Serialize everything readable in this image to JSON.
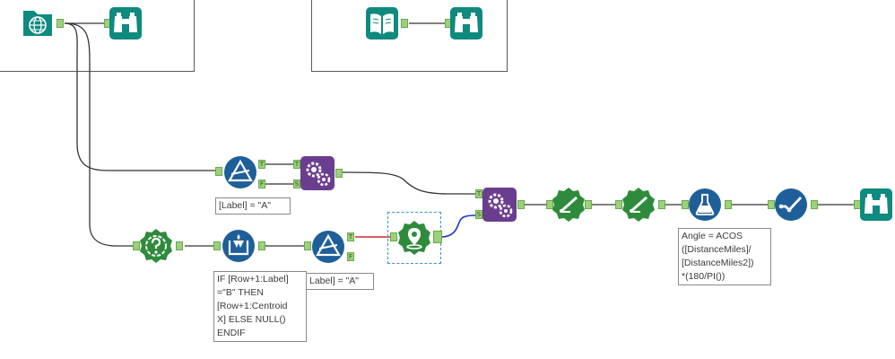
{
  "canvas": {
    "background": "#ffffff"
  },
  "colors": {
    "teal": "#0e8a7e",
    "blue": "#1f5f99",
    "purple": "#6b3d8f",
    "green": "#2e8b3c",
    "darkgreen": "#237a33",
    "anchor": "#9bd17a",
    "connector": "#333333",
    "red_connector": "#d22a2a",
    "blue_connector": "#1a33cc"
  },
  "tools": [
    {
      "id": "input1",
      "icon": "globe-input-icon"
    },
    {
      "id": "browse1",
      "icon": "binoculars-icon"
    },
    {
      "id": "text_input",
      "icon": "book-input-icon"
    },
    {
      "id": "browse2",
      "icon": "binoculars-icon"
    },
    {
      "id": "filter1",
      "icon": "filter-triangle-icon"
    },
    {
      "id": "macro1",
      "icon": "gears-macro-icon"
    },
    {
      "id": "macro2",
      "icon": "gears-macro-icon"
    },
    {
      "id": "spatial1",
      "icon": "spatial-process-icon"
    },
    {
      "id": "spatial2",
      "icon": "spatial-process-icon"
    },
    {
      "id": "formula",
      "icon": "flask-formula-icon"
    },
    {
      "id": "select",
      "icon": "select-check-icon"
    },
    {
      "id": "browse3",
      "icon": "binoculars-icon"
    },
    {
      "id": "question",
      "icon": "question-badge-icon"
    },
    {
      "id": "multirow",
      "icon": "multirow-formula-icon"
    },
    {
      "id": "filter2",
      "icon": "filter-triangle-icon"
    },
    {
      "id": "centroid",
      "icon": "map-pin-icon"
    }
  ],
  "anchors": {
    "true_label": "T",
    "false_label": "F",
    "source_label": "S"
  },
  "annotations": {
    "filter1": "[Label] = \"A\"",
    "multirow": "IF [Row+1:Label]\n=\"B\" THEN\n[Row+1:Centroid\nX] ELSE NULL()\nENDIF",
    "filter2": "Label] = \"A\"",
    "formula": "Angle = ACOS\n([DistanceMiles]/\n[DistanceMiles2])\n*(180/PI())"
  }
}
